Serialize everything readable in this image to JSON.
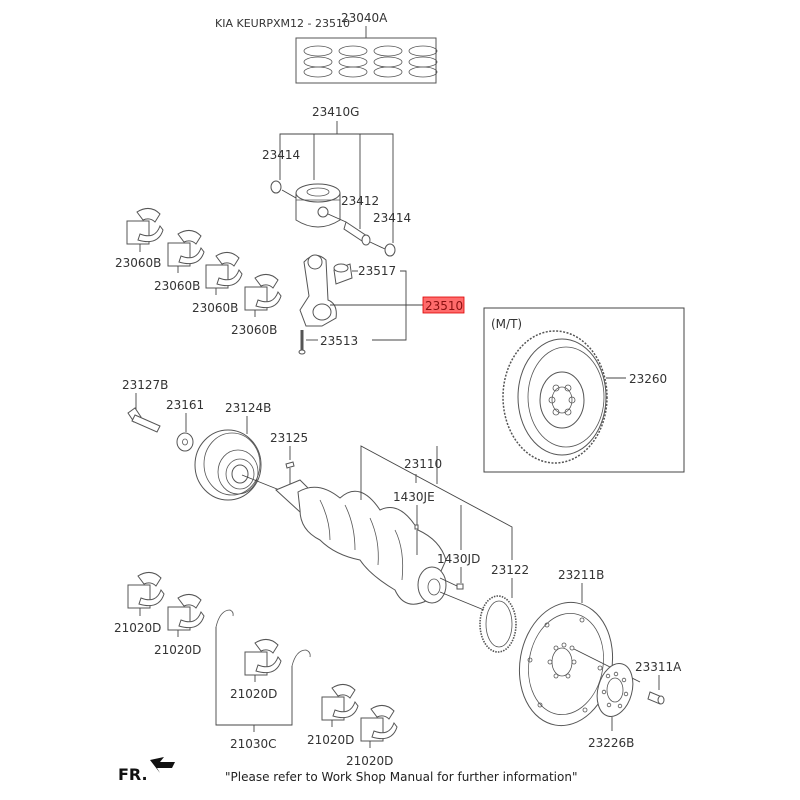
{
  "header": {
    "title": "KIA KEURPXM12 - 23510"
  },
  "highlight": {
    "part_number": "23510",
    "color": "#ff6b6b"
  },
  "labels": {
    "piston_ring_set": "23040A",
    "piston_assy": "23410G",
    "snap_ring_left": "23414",
    "piston_pin": "23412",
    "snap_ring_right": "23414",
    "conrod_bearing": "23517",
    "conrod_assy": "23510",
    "conrod_bolt": "23513",
    "main_bearing_1": "23060B",
    "main_bearing_2": "23060B",
    "main_bearing_3": "23060B",
    "main_bearing_4": "23060B",
    "flywheel_mt": "23260",
    "mt_box_caption": "(M/T)",
    "pulley_bolt": "23127B",
    "washer": "23161",
    "damper_pulley": "23124B",
    "key": "23125",
    "crankshaft": "23110",
    "pin_je": "1430JE",
    "pin_jd": "1430JD",
    "ring_gear": "23122",
    "drive_plate": "23211B",
    "drive_plate_bolt": "23311A",
    "adapter_plate": "23226B",
    "thrust_bearing_1": "21020D",
    "thrust_bearing_2": "21020D",
    "thrust_bearing_3": "21020D",
    "thrust_bearing_4": "21020D",
    "thrust_bearing_5": "21020D",
    "thrust_washer": "21030C"
  },
  "footer": {
    "front_indicator": "FR.",
    "note": "\"Please refer to Work Shop Manual for further information\""
  }
}
